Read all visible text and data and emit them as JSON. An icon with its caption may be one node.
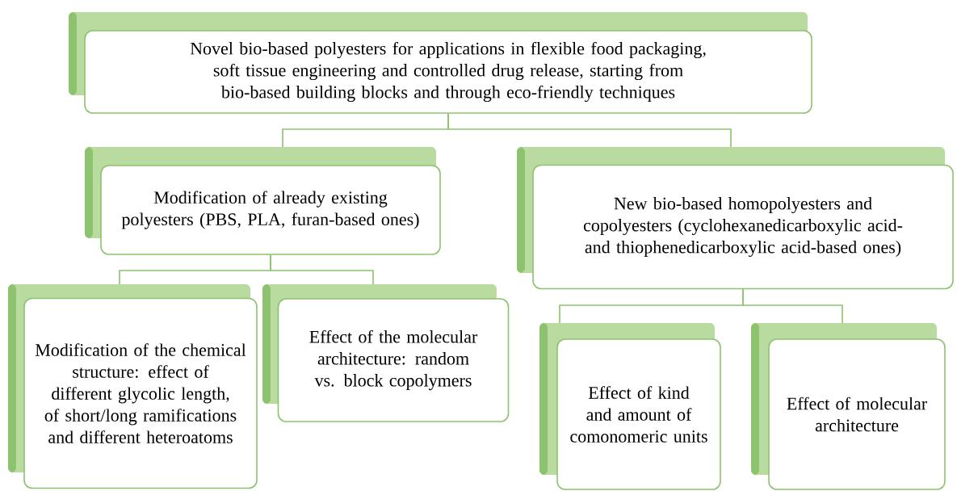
{
  "diagram": {
    "nodes": [
      {
        "text": [
          "Novel bio-based polyesters for applications in flexible food packaging, soft tissue engineering and controlled drug release, starting from bio-based building blocks and through eco-friendly techniques"
        ]
      },
      {
        "text": [
          "Modification of already existing polyesters (PBS, PLA, furan-based ones)"
        ]
      },
      {
        "text": [
          "New bio-based homopolyesters and copolyesters (cyclohexanedicarboxylic acid- and thiophenedicarboxylic acid-based ones)"
        ]
      },
      {
        "text": [
          "Modification of the chemical structure: effect of different glycolic length, of short/long ramifications and different heteroatoms"
        ]
      },
      {
        "text": [
          "Effect of the molecular architecture: random vs. block copolymers"
        ]
      },
      {
        "text": [
          "Effect of kind and amount of comonomeric units"
        ]
      },
      {
        "text": [
          "Effect of molecular architecture"
        ]
      }
    ],
    "edges": [
      {
        "from": 0,
        "to": 1,
        "arrow": "none"
      },
      {
        "from": 0,
        "to": 2,
        "arrow": "none"
      },
      {
        "from": 1,
        "to": 3,
        "arrow": "none"
      },
      {
        "from": 1,
        "to": 4,
        "arrow": "none"
      },
      {
        "from": 2,
        "to": 5,
        "arrow": "none"
      },
      {
        "from": 2,
        "to": 6,
        "arrow": "none"
      }
    ]
  }
}
